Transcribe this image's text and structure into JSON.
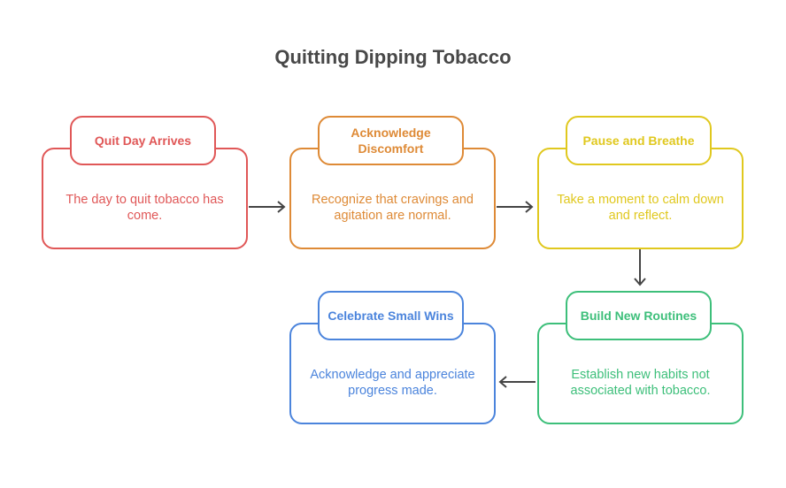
{
  "title": "Quitting Dipping Tobacco",
  "steps": [
    {
      "heading": "Quit Day Arrives",
      "description": "The day to quit tobacco has come.",
      "color": "#e05757"
    },
    {
      "heading": "Acknowledge Discomfort",
      "description": "Recognize that cravings and agitation are normal.",
      "color": "#de8a36"
    },
    {
      "heading": "Pause and Breathe",
      "description": "Take a moment to calm down and reflect.",
      "color": "#e0c81e"
    },
    {
      "heading": "Build New Routines",
      "description": "Establish new habits not associated with tobacco.",
      "color": "#3dbf7a"
    },
    {
      "heading": "Celebrate Small Wins",
      "description": "Acknowledge and appreciate progress made.",
      "color": "#4b84dc"
    }
  ],
  "arrow_color": "#444444"
}
